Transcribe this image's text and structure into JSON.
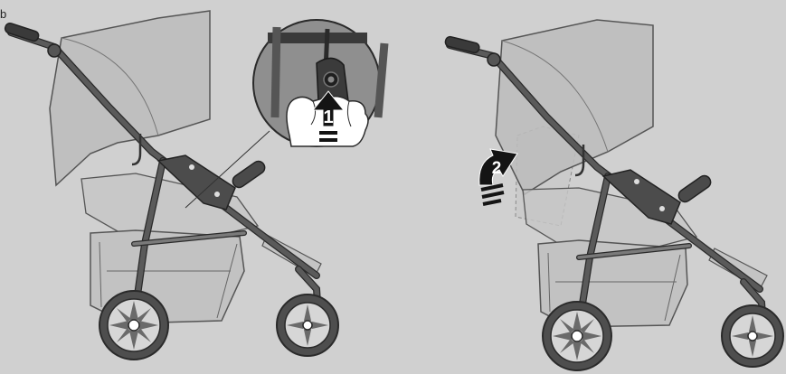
{
  "figure": {
    "corner_label": "b",
    "step_1_label": "1",
    "step_2_label": "2"
  },
  "colors": {
    "background": "#d0d0d0",
    "frame": "#5a5a5a",
    "outline": "#2a2a2a",
    "fabric": "#b9b9b9",
    "wheel": "#4e4e4e",
    "arrow": "#141414",
    "hand": "#ffffff"
  }
}
